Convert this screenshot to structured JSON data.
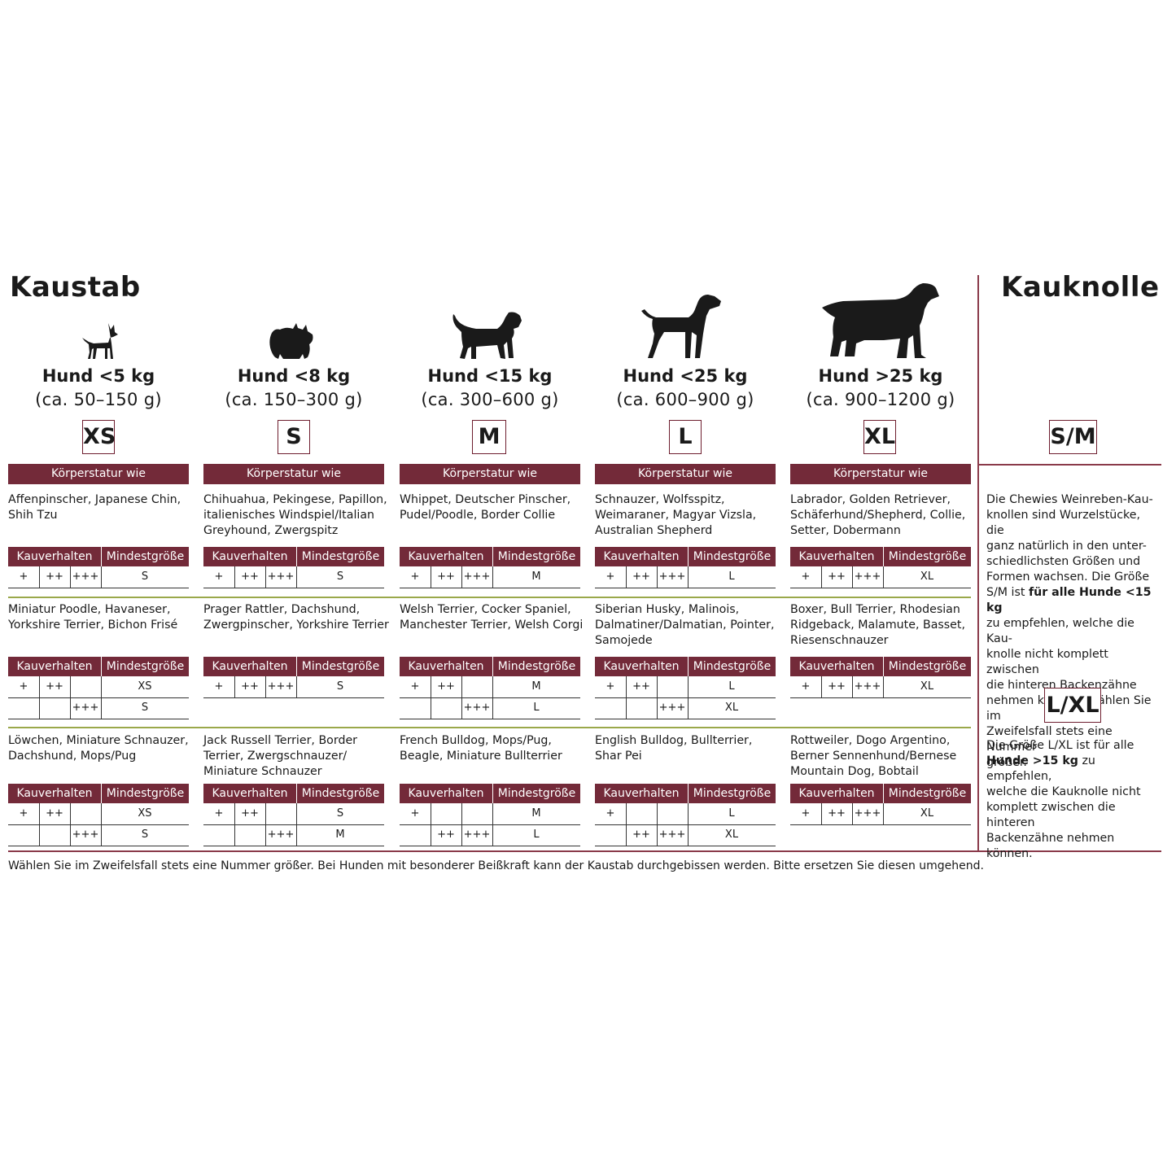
{
  "left_title": "Kaustab",
  "right_title": "Kauknolle",
  "headers": {
    "koerperstatur": "Körperstatur wie",
    "kauverhalten": "Kauverhalten",
    "mindestgroesse": "Mindestgröße"
  },
  "columns": [
    {
      "weight": "Hund <5 kg",
      "grams": "(ca. 50–150 g)",
      "size": "XS",
      "dog_icon": "tiny-dog-icon",
      "groups": [
        {
          "breeds": "Affenpinscher, Japanese Chin,\nShih Tzu",
          "rows": [
            {
              "p1": "+",
              "p2": "++",
              "p3": "+++",
              "size": "S"
            }
          ]
        },
        {
          "breeds": "Miniatur Poodle, Havaneser,\nYorkshire Terrier, Bichon Frisé",
          "rows": [
            {
              "p1": "+",
              "p2": "++",
              "p3": "",
              "size": "XS"
            },
            {
              "p1": "",
              "p2": "",
              "p3": "+++",
              "size": "S"
            }
          ]
        },
        {
          "breeds": "Löwchen, Miniature Schnauzer,\nDachshund, Mops/Pug",
          "rows": [
            {
              "p1": "+",
              "p2": "++",
              "p3": "",
              "size": "XS"
            },
            {
              "p1": "",
              "p2": "",
              "p3": "+++",
              "size": "S"
            }
          ]
        }
      ]
    },
    {
      "weight": "Hund <8 kg",
      "grams": "(ca. 150–300 g)",
      "size": "S",
      "dog_icon": "fluffy-dog-icon",
      "groups": [
        {
          "breeds": "Chihuahua, Pekingese, Papillon,\nitalienisches Windspiel/Italian\nGreyhound, Zwergspitz",
          "rows": [
            {
              "p1": "+",
              "p2": "++",
              "p3": "+++",
              "size": "S"
            }
          ]
        },
        {
          "breeds": "Prager Rattler, Dachshund,\nZwergpinscher, Yorkshire Terrier",
          "rows": [
            {
              "p1": "+",
              "p2": "++",
              "p3": "+++",
              "size": "S"
            }
          ]
        },
        {
          "breeds": "Jack Russell Terrier, Border\nTerrier, Zwergschnauzer/\nMiniature Schnauzer",
          "rows": [
            {
              "p1": "+",
              "p2": "++",
              "p3": "",
              "size": "S"
            },
            {
              "p1": "",
              "p2": "",
              "p3": "+++",
              "size": "M"
            }
          ]
        }
      ]
    },
    {
      "weight": "Hund <15 kg",
      "grams": "(ca. 300–600 g)",
      "size": "M",
      "dog_icon": "beagle-dog-icon",
      "groups": [
        {
          "breeds": "Whippet, Deutscher Pinscher,\nPudel/Poodle, Border Collie",
          "rows": [
            {
              "p1": "+",
              "p2": "++",
              "p3": "+++",
              "size": "M"
            }
          ]
        },
        {
          "breeds": "Welsh Terrier, Cocker Spaniel,\nManchester Terrier, Welsh Corgi",
          "rows": [
            {
              "p1": "+",
              "p2": "++",
              "p3": "",
              "size": "M"
            },
            {
              "p1": "",
              "p2": "",
              "p3": "+++",
              "size": "L"
            }
          ]
        },
        {
          "breeds": "French Bulldog, Mops/Pug,\nBeagle, Miniature Bullterrier",
          "rows": [
            {
              "p1": "+",
              "p2": "",
              "p3": "",
              "size": "M"
            },
            {
              "p1": "",
              "p2": "++",
              "p3": "+++",
              "size": "L"
            }
          ]
        }
      ]
    },
    {
      "weight": "Hund <25 kg",
      "grams": "(ca. 600–900 g)",
      "size": "L",
      "dog_icon": "pointer-dog-icon",
      "groups": [
        {
          "breeds": "Schnauzer, Wolfsspitz,\nWeimaraner, Magyar Vizsla,\nAustralian Shepherd",
          "rows": [
            {
              "p1": "+",
              "p2": "++",
              "p3": "+++",
              "size": "L"
            }
          ]
        },
        {
          "breeds": "Siberian Husky, Malinois,\nDalmatiner/Dalmatian, Pointer,\nSamojede",
          "rows": [
            {
              "p1": "+",
              "p2": "++",
              "p3": "",
              "size": "L"
            },
            {
              "p1": "",
              "p2": "",
              "p3": "+++",
              "size": "XL"
            }
          ]
        },
        {
          "breeds": "English Bulldog, Bullterrier,\nShar Pei",
          "rows": [
            {
              "p1": "+",
              "p2": "",
              "p3": "",
              "size": "L"
            },
            {
              "p1": "",
              "p2": "++",
              "p3": "+++",
              "size": "XL"
            }
          ]
        }
      ]
    },
    {
      "weight": "Hund >25 kg",
      "grams": "(ca. 900–1200 g)",
      "size": "XL",
      "dog_icon": "retriever-dog-icon",
      "groups": [
        {
          "breeds": "Labrador, Golden Retriever,\nSchäferhund/Shepherd, Collie,\nSetter, Dobermann",
          "rows": [
            {
              "p1": "+",
              "p2": "++",
              "p3": "+++",
              "size": "XL"
            }
          ]
        },
        {
          "breeds": "Boxer, Bull Terrier, Rhodesian\nRidgeback, Malamute, Basset,\nRiesenschnauzer",
          "rows": [
            {
              "p1": "+",
              "p2": "++",
              "p3": "+++",
              "size": "XL"
            }
          ]
        },
        {
          "breeds": "Rottweiler, Dogo Argentino,\nBerner Sennenhund/Bernese\nMountain Dog, Bobtail",
          "rows": [
            {
              "p1": "+",
              "p2": "++",
              "p3": "+++",
              "size": "XL"
            }
          ]
        }
      ]
    }
  ],
  "kauknolle": {
    "size_sm": "S/M",
    "size_lxl": "L/XL",
    "text_sm_1": "Die Chewies Weinreben-Kau-\nknollen sind Wurzelstücke, die\nganz natürlich in den unter-\nschiedlichsten Größen und\nFormen wachsen. Die Größe\nS/M ist ",
    "text_sm_bold": "für alle Hunde <15 kg",
    "text_sm_2": "\nzu empfehlen, welche die Kau-\nknolle nicht komplett zwischen\ndie hinteren Backenzähne\nnehmen können. Wählen Sie im\nZweifelsfall stets eine Nummer\ngrößer.",
    "text_lxl_1": "Die Größe L/XL ist für alle\n",
    "text_lxl_bold": "Hunde >15 kg",
    "text_lxl_2": " zu empfehlen,\nwelche die Kauknolle nicht\nkomplett zwischen die hinteren\nBackenzähne nehmen können."
  },
  "footer": "Wählen Sie im Zweifelsfall stets eine Nummer größer. Bei Hunden mit besonderer Beißkraft kann der Kaustab durchgebissen werden. Bitte ersetzen Sie diesen umgehend.",
  "colors": {
    "accent": "#732a39",
    "divider_green": "#9aa84a",
    "text": "#1a1a1a"
  }
}
